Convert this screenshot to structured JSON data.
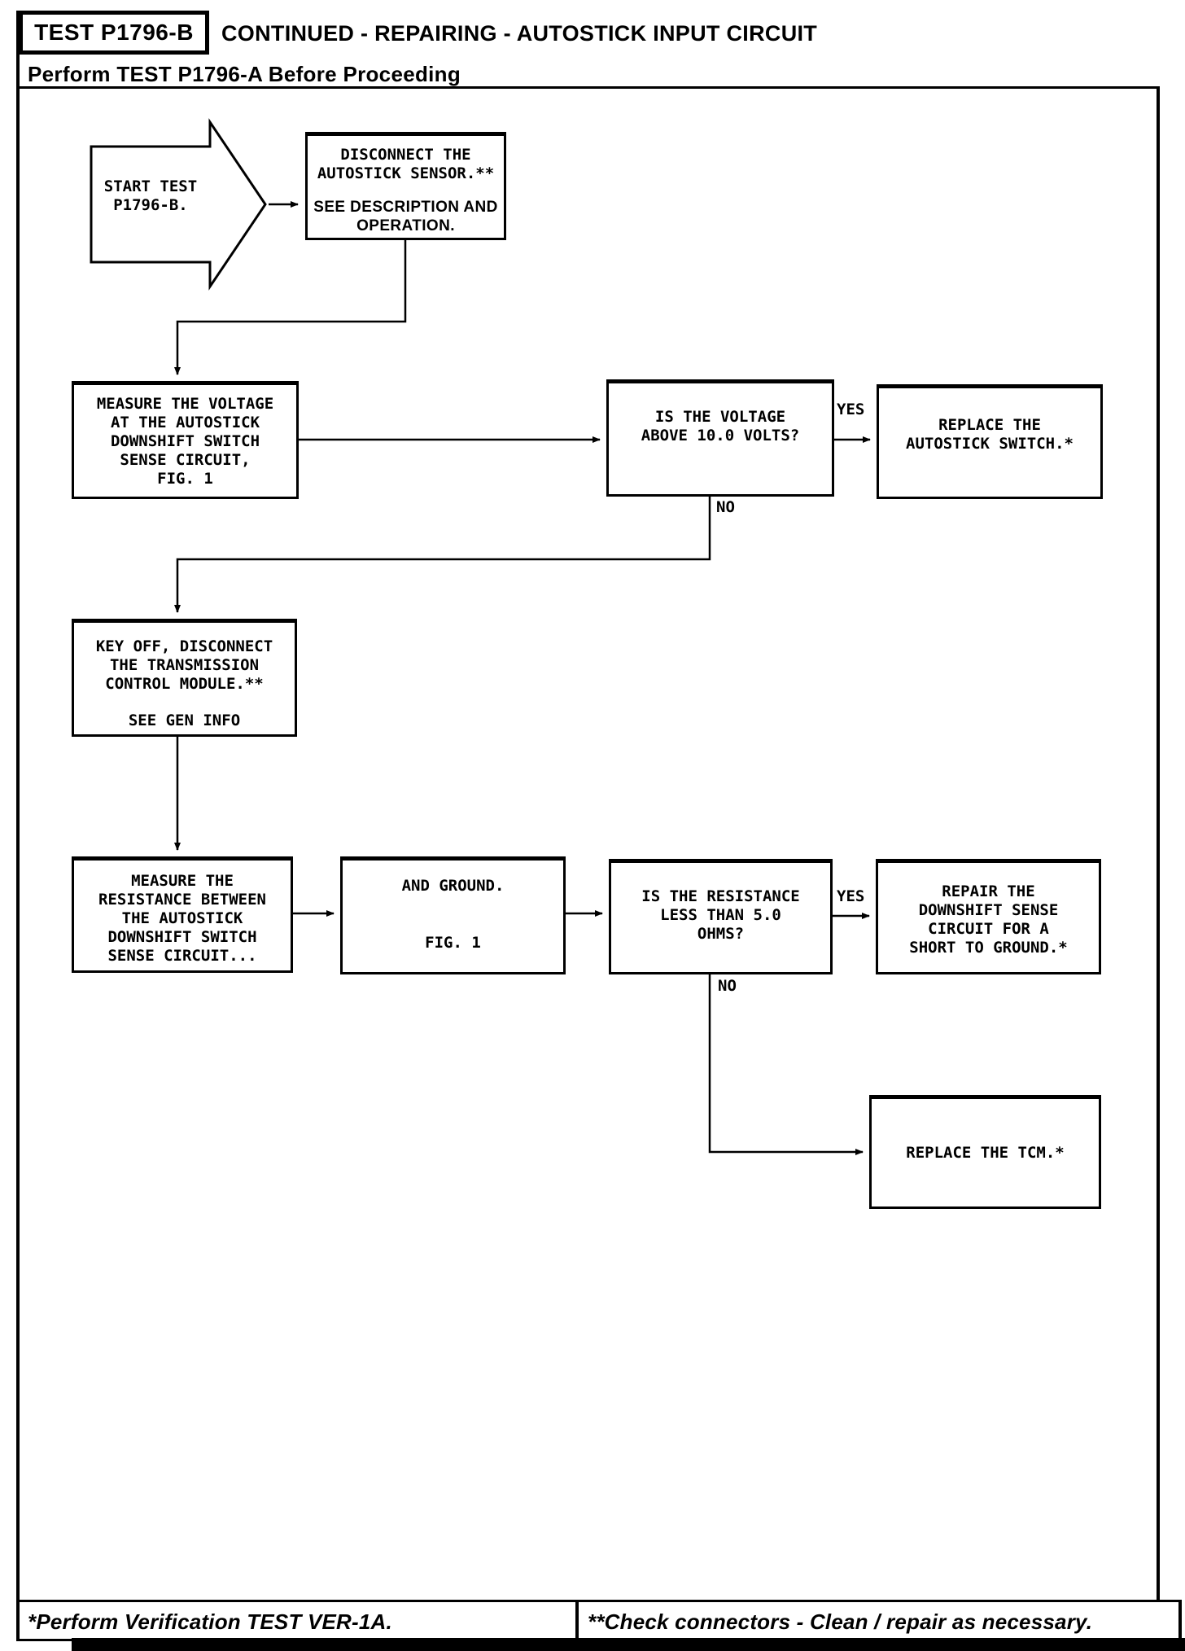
{
  "header": {
    "test_id": "TEST P1796-B",
    "title": "CONTINUED - REPAIRING - AUTOSTICK INPUT CIRCUIT",
    "subtitle": "Perform TEST P1796-A Before Proceeding"
  },
  "flowchart": {
    "start": {
      "l1": "START TEST",
      "l2": "P1796-B."
    },
    "disconnect": {
      "l1": "DISCONNECT THE",
      "l2": "AUTOSTICK SENSOR.**",
      "l3": "SEE DESCRIPTION AND",
      "l4": "OPERATION."
    },
    "measure_voltage": {
      "l1": "MEASURE THE VOLTAGE",
      "l2": "AT THE AUTOSTICK",
      "l3": "DOWNSHIFT SWITCH",
      "l4": "SENSE CIRCUIT,",
      "l5": "FIG. 1"
    },
    "voltage_decision": {
      "l1": "IS THE VOLTAGE",
      "l2": "ABOVE 10.0 VOLTS?"
    },
    "replace_switch": {
      "l1": "REPLACE THE",
      "l2": "AUTOSTICK SWITCH.*"
    },
    "key_off": {
      "l1": "KEY OFF, DISCONNECT",
      "l2": "THE TRANSMISSION",
      "l3": "CONTROL MODULE.**",
      "l4": "SEE GEN INFO"
    },
    "measure_resistance": {
      "l1": "MEASURE THE",
      "l2": "RESISTANCE BETWEEN",
      "l3": "THE AUTOSTICK",
      "l4": "DOWNSHIFT SWITCH",
      "l5": "SENSE CIRCUIT..."
    },
    "and_ground": {
      "l1": "AND GROUND.",
      "l2": "FIG. 1"
    },
    "resistance_decision": {
      "l1": "IS THE RESISTANCE",
      "l2": "LESS THAN 5.0",
      "l3": "OHMS?"
    },
    "repair_circuit": {
      "l1": "REPAIR THE",
      "l2": "DOWNSHIFT SENSE",
      "l3": "CIRCUIT FOR A",
      "l4": "SHORT TO GROUND.*"
    },
    "replace_tcm": {
      "l1": "REPLACE THE TCM.*"
    },
    "labels": {
      "yes1": "YES",
      "no1": "NO",
      "yes2": "YES",
      "no2": "NO"
    }
  },
  "footer": {
    "left": "*Perform Verification TEST VER-1A.",
    "right": "**Check connectors - Clean / repair as necessary."
  },
  "colors": {
    "ink": "#000000",
    "paper": "#ffffff"
  }
}
